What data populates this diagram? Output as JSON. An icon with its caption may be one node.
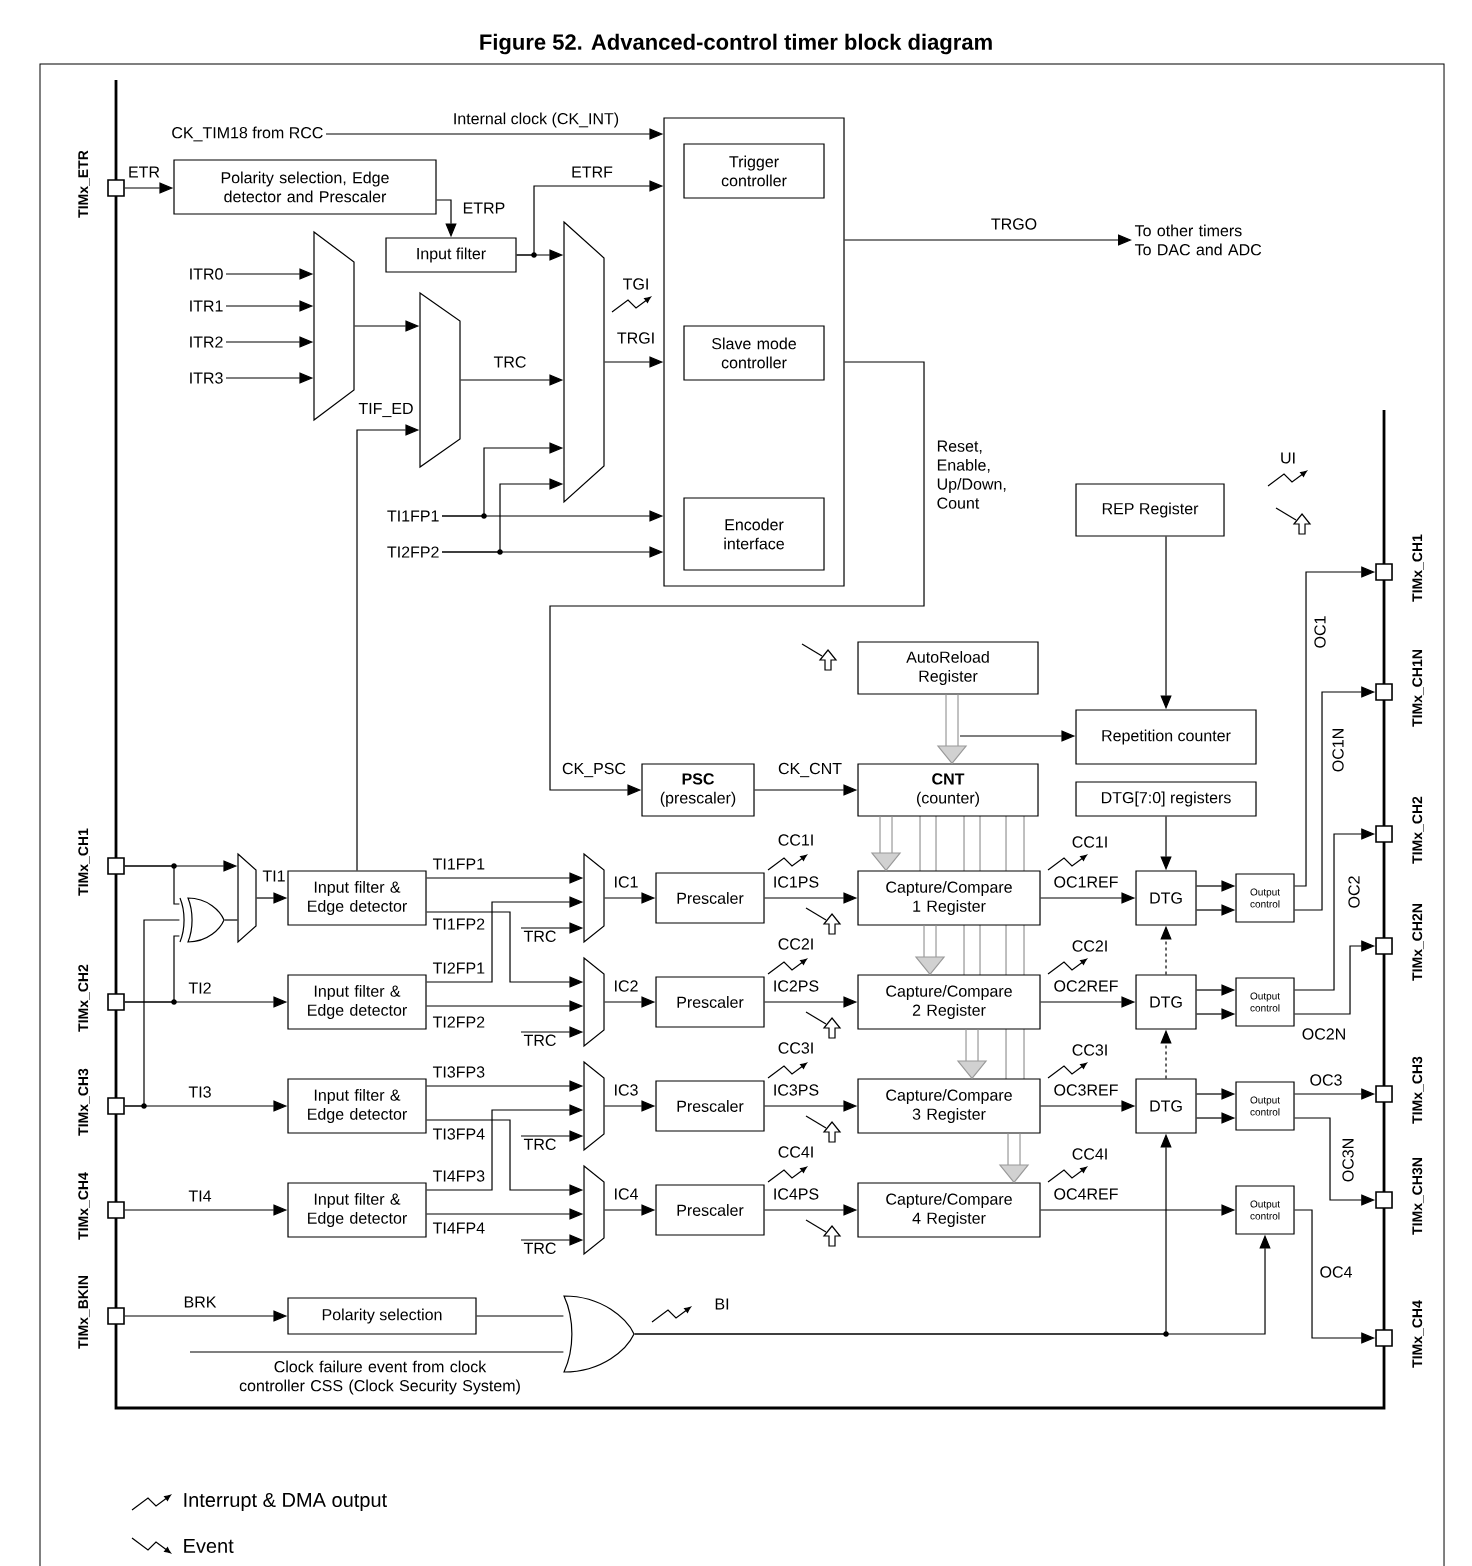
{
  "diagram": {
    "title": "Figure 52. Advanced-control timer block diagram",
    "nodes": [
      {
        "text": [],
        "shape": "box"
      },
      {
        "text": [
          "Trigger controller"
        ],
        "in": 0
      },
      {
        "text": [
          "Slave mode controller"
        ],
        "in": 0
      },
      {
        "text": [
          "Encoder interface"
        ],
        "in": 0
      },
      {
        "text": [
          "TIMx_ETR"
        ]
      },
      {
        "text": [
          "TIMx_CH1"
        ]
      },
      {
        "text": [
          "TIMx_CH2"
        ]
      },
      {
        "text": [
          "TIMx_CH3"
        ]
      },
      {
        "text": [
          "TIMx_CH4"
        ]
      },
      {
        "text": [
          "TIMx_BKIN"
        ]
      },
      {
        "text": [
          "CK_TIM18 from RCC"
        ]
      },
      {
        "text": [
          "Polarity selection, Edge detector and Prescaler"
        ]
      },
      {
        "text": [
          "Input filter"
        ]
      },
      {
        "text": [
          "ITR0"
        ]
      },
      {
        "text": [
          "ITR1"
        ]
      },
      {
        "text": [
          "ITR2"
        ]
      },
      {
        "text": [
          "ITR3"
        ]
      },
      {
        "text": [],
        "shape": "trapezoid"
      },
      {
        "text": [],
        "shape": "trapezoid"
      },
      {
        "text": [],
        "shape": "trapezoid"
      },
      {
        "text": [
          "TI1FP1"
        ]
      },
      {
        "text": [
          "TI2FP2"
        ]
      },
      {
        "text": [
          "To other timers To DAC and ADC"
        ]
      },
      {
        "text": [
          "REP Register"
        ]
      },
      {
        "text": [
          "AutoReload Register"
        ]
      },
      {
        "text": [
          "Repetition counter"
        ]
      },
      {
        "text": [
          "PSC",
          "(prescaler)"
        ]
      },
      {
        "text": [
          "CNT",
          "(counter)"
        ]
      },
      {
        "text": [
          "DTG[7:0] registers"
        ]
      },
      {
        "text": [],
        "shape": "gate"
      },
      {
        "text": [],
        "shape": "trapezoid"
      },
      {
        "text": [
          "Input filter & Edge detector"
        ]
      },
      {
        "text": [
          "Input filter & Edge detector"
        ]
      },
      {
        "text": [
          "Input filter & Edge detector"
        ]
      },
      {
        "text": [
          "Input filter & Edge detector"
        ]
      },
      {
        "text": [
          "TRC"
        ]
      },
      {
        "text": [
          "TRC"
        ]
      },
      {
        "text": [
          "TRC"
        ]
      },
      {
        "text": [
          "TRC"
        ]
      },
      {
        "text": [],
        "shape": "trapezoid"
      },
      {
        "text": [],
        "shape": "trapezoid"
      },
      {
        "text": [],
        "shape": "trapezoid"
      },
      {
        "text": [],
        "shape": "trapezoid"
      },
      {
        "text": [
          "Prescaler"
        ]
      },
      {
        "text": [
          "Prescaler"
        ]
      },
      {
        "text": [
          "Prescaler"
        ]
      },
      {
        "text": [
          "Prescaler"
        ]
      },
      {
        "text": [
          "Capture/Compare 1 Register"
        ]
      },
      {
        "text": [
          "Capture/Compare 2 Register"
        ]
      },
      {
        "text": [
          "Capture/Compare 3 Register"
        ]
      },
      {
        "text": [
          "Capture/Compare 4 Register"
        ]
      },
      {
        "text": [
          "DTG"
        ]
      },
      {
        "text": [
          "DTG"
        ]
      },
      {
        "text": [
          "DTG"
        ]
      },
      {
        "text": [
          "Output control"
        ]
      },
      {
        "text": [
          "Output control"
        ]
      },
      {
        "text": [
          "Output control"
        ]
      },
      {
        "text": [
          "Output control"
        ]
      },
      {
        "text": [
          "Polarity selection"
        ]
      },
      {
        "text": [],
        "shape": "gate"
      },
      {
        "text": [
          "TIMx_CH1"
        ]
      },
      {
        "text": [
          "TIMx_CH1N"
        ]
      },
      {
        "text": [
          "TIMx_CH2"
        ]
      },
      {
        "text": [
          "TIMx_CH2N"
        ]
      },
      {
        "text": [
          "TIMx_CH3"
        ]
      },
      {
        "text": [
          "TIMx_CH3N"
        ]
      },
      {
        "text": [
          "TIMx_CH4"
        ]
      }
    ],
    "edges": [
      {
        "from": 10,
        "to": 0,
        "arrow": "to",
        "label": "Internal clock (CK_INT)"
      },
      {
        "from": 4,
        "to": 11,
        "arrow": "to",
        "label": "ETR"
      },
      {
        "from": 11,
        "to": 12,
        "arrow": "to",
        "label": "ETRP"
      },
      {
        "from": 12,
        "to": 0,
        "arrow": "to",
        "label": "ETRF"
      },
      {
        "from": 12,
        "to": 19,
        "arrow": "to"
      },
      {
        "from": 13,
        "to": 17,
        "arrow": "to"
      },
      {
        "from": 14,
        "to": 17,
        "arrow": "to"
      },
      {
        "from": 15,
        "to": 17,
        "arrow": "to"
      },
      {
        "from": 16,
        "to": 17,
        "arrow": "to"
      },
      {
        "from": 17,
        "to": 18,
        "arrow": "to"
      },
      {
        "from": 18,
        "to": 19,
        "arrow": "to",
        "label": "TRC"
      },
      {
        "from": 31,
        "to": 18,
        "arrow": "to",
        "label": "TIF_ED"
      },
      {
        "from": 20,
        "to": 19,
        "arrow": "to"
      },
      {
        "from": 20,
        "to": 0,
        "arrow": "to"
      },
      {
        "from": 21,
        "to": 19,
        "arrow": "to"
      },
      {
        "from": 21,
        "to": 0,
        "arrow": "to"
      },
      {
        "from": 19,
        "to": 0,
        "arrow": "to",
        "label": "TRGI"
      },
      {
        "from": 0,
        "to": 22,
        "arrow": "to",
        "label": "TRGO"
      },
      {
        "from": 0,
        "to": 26,
        "arrow": "to",
        "label": "CK_PSC"
      },
      {
        "from": 26,
        "to": 27,
        "arrow": "to",
        "label": "CK_CNT"
      },
      {
        "from": 24,
        "to": 27,
        "arrow": "to",
        "color": "#999999"
      },
      {
        "from": null,
        "to": 25,
        "arrow": "to"
      },
      {
        "from": 23,
        "to": 25,
        "arrow": "to"
      },
      {
        "from": 28,
        "to": 51,
        "arrow": "to"
      },
      {
        "from": 27,
        "to": 47,
        "arrow": "to",
        "color": "#999999"
      },
      {
        "from": 47,
        "to": 48,
        "arrow": "to",
        "color": "#999999"
      },
      {
        "from": 48,
        "to": 49,
        "arrow": "to",
        "color": "#999999"
      },
      {
        "from": 49,
        "to": 50,
        "arrow": "to",
        "color": "#999999"
      },
      {
        "from": 5,
        "to": 30,
        "arrow": "to"
      },
      {
        "from": 5,
        "to": 29,
        "arrow": "none"
      },
      {
        "from": 6,
        "to": 29,
        "arrow": "none"
      },
      {
        "from": 7,
        "to": 29,
        "arrow": "none"
      },
      {
        "from": 29,
        "to": 30,
        "arrow": "none"
      },
      {
        "from": 30,
        "to": 31,
        "arrow": "to",
        "label": "TI1"
      },
      {
        "from": 6,
        "to": 32,
        "arrow": "to",
        "label": "TI2"
      },
      {
        "from": 7,
        "to": 33,
        "arrow": "to",
        "label": "TI3"
      },
      {
        "from": 8,
        "to": 34,
        "arrow": "to",
        "label": "TI4"
      },
      {
        "from": 31,
        "to": 39,
        "arrow": "to",
        "label": "TI1FP1"
      },
      {
        "from": 31,
        "to": 40,
        "arrow": "to",
        "label": "TI1FP2"
      },
      {
        "from": 32,
        "to": 39,
        "arrow": "to",
        "label": "TI2FP1"
      },
      {
        "from": 32,
        "to": 40,
        "arrow": "to",
        "label": "TI2FP2"
      },
      {
        "from": 33,
        "to": 41,
        "arrow": "to",
        "label": "TI3FP3"
      },
      {
        "from": 33,
        "to": 42,
        "arrow": "to",
        "label": "TI3FP4"
      },
      {
        "from": 34,
        "to": 41,
        "arrow": "to",
        "label": "TI4FP3"
      },
      {
        "from": 34,
        "to": 42,
        "arrow": "to",
        "label": "TI4FP4"
      },
      {
        "from": 35,
        "to": 39,
        "arrow": "to"
      },
      {
        "from": 36,
        "to": 40,
        "arrow": "to"
      },
      {
        "from": 37,
        "to": 41,
        "arrow": "to"
      },
      {
        "from": 38,
        "to": 42,
        "arrow": "to"
      },
      {
        "from": 39,
        "to": 43,
        "arrow": "to",
        "label": "IC1"
      },
      {
        "from": 40,
        "to": 44,
        "arrow": "to",
        "label": "IC2"
      },
      {
        "from": 41,
        "to": 45,
        "arrow": "to",
        "label": "IC3"
      },
      {
        "from": 42,
        "to": 46,
        "arrow": "to",
        "label": "IC4"
      },
      {
        "from": 43,
        "to": 47,
        "arrow": "to",
        "label": "IC1PS"
      },
      {
        "from": 44,
        "to": 48,
        "arrow": "to",
        "label": "IC2PS"
      },
      {
        "from": 45,
        "to": 49,
        "arrow": "to",
        "label": "IC3PS"
      },
      {
        "from": 46,
        "to": 50,
        "arrow": "to",
        "label": "IC4PS"
      },
      {
        "from": 47,
        "to": 51,
        "arrow": "to",
        "label": "OC1REF"
      },
      {
        "from": 48,
        "to": 52,
        "arrow": "to",
        "label": "OC2REF"
      },
      {
        "from": 49,
        "to": 53,
        "arrow": "to",
        "label": "OC3REF"
      },
      {
        "from": 50,
        "to": 57,
        "arrow": "to",
        "label": "OC4REF"
      },
      {
        "from": 51,
        "to": 54,
        "arrow": "to"
      },
      {
        "from": 51,
        "to": 54,
        "arrow": "to"
      },
      {
        "from": 52,
        "to": 55,
        "arrow": "to"
      },
      {
        "from": 52,
        "to": 55,
        "arrow": "to"
      },
      {
        "from": 53,
        "to": 56,
        "arrow": "to"
      },
      {
        "from": 53,
        "to": 56,
        "arrow": "to"
      },
      {
        "from": 54,
        "to": 60,
        "arrow": "to",
        "label": "OC1"
      },
      {
        "from": 54,
        "to": 61,
        "arrow": "to",
        "label": "OC1N"
      },
      {
        "from": 55,
        "to": 62,
        "arrow": "to",
        "label": "OC2"
      },
      {
        "from": 55,
        "to": 63,
        "arrow": "to",
        "label": "OC2N"
      },
      {
        "from": 56,
        "to": 64,
        "arrow": "to",
        "label": "OC3"
      },
      {
        "from": 56,
        "to": 65,
        "arrow": "to",
        "label": "OC3N"
      },
      {
        "from": 57,
        "to": 66,
        "arrow": "to",
        "label": "OC4"
      },
      {
        "from": 9,
        "to": 58,
        "arrow": "to",
        "label": "BRK"
      },
      {
        "from": 58,
        "to": 59,
        "arrow": "none"
      },
      {
        "from": null,
        "to": 59,
        "arrow": "none",
        "label": "Clock failure event from clock controller CSS (Clock Security System)"
      },
      {
        "from": 59,
        "to": 53,
        "arrow": "to"
      },
      {
        "from": 59,
        "to": 57,
        "arrow": "to"
      },
      {
        "from": 53,
        "to": 52,
        "arrow": "to",
        "style": "dashed"
      },
      {
        "from": 52,
        "to": 51,
        "arrow": "to",
        "style": "dashed"
      }
    ],
    "labels": [
      "TGI",
      "Reset, Enable, Up/Down, Count",
      "UI",
      "CC1I",
      "CC1I",
      "CC2I",
      "CC2I",
      "CC3I",
      "CC3I",
      "CC4I",
      "CC4I",
      "BI"
    ],
    "legend": [
      {
        "text": "Interrupt & DMA output"
      },
      {
        "text": "Event"
      }
    ]
  }
}
